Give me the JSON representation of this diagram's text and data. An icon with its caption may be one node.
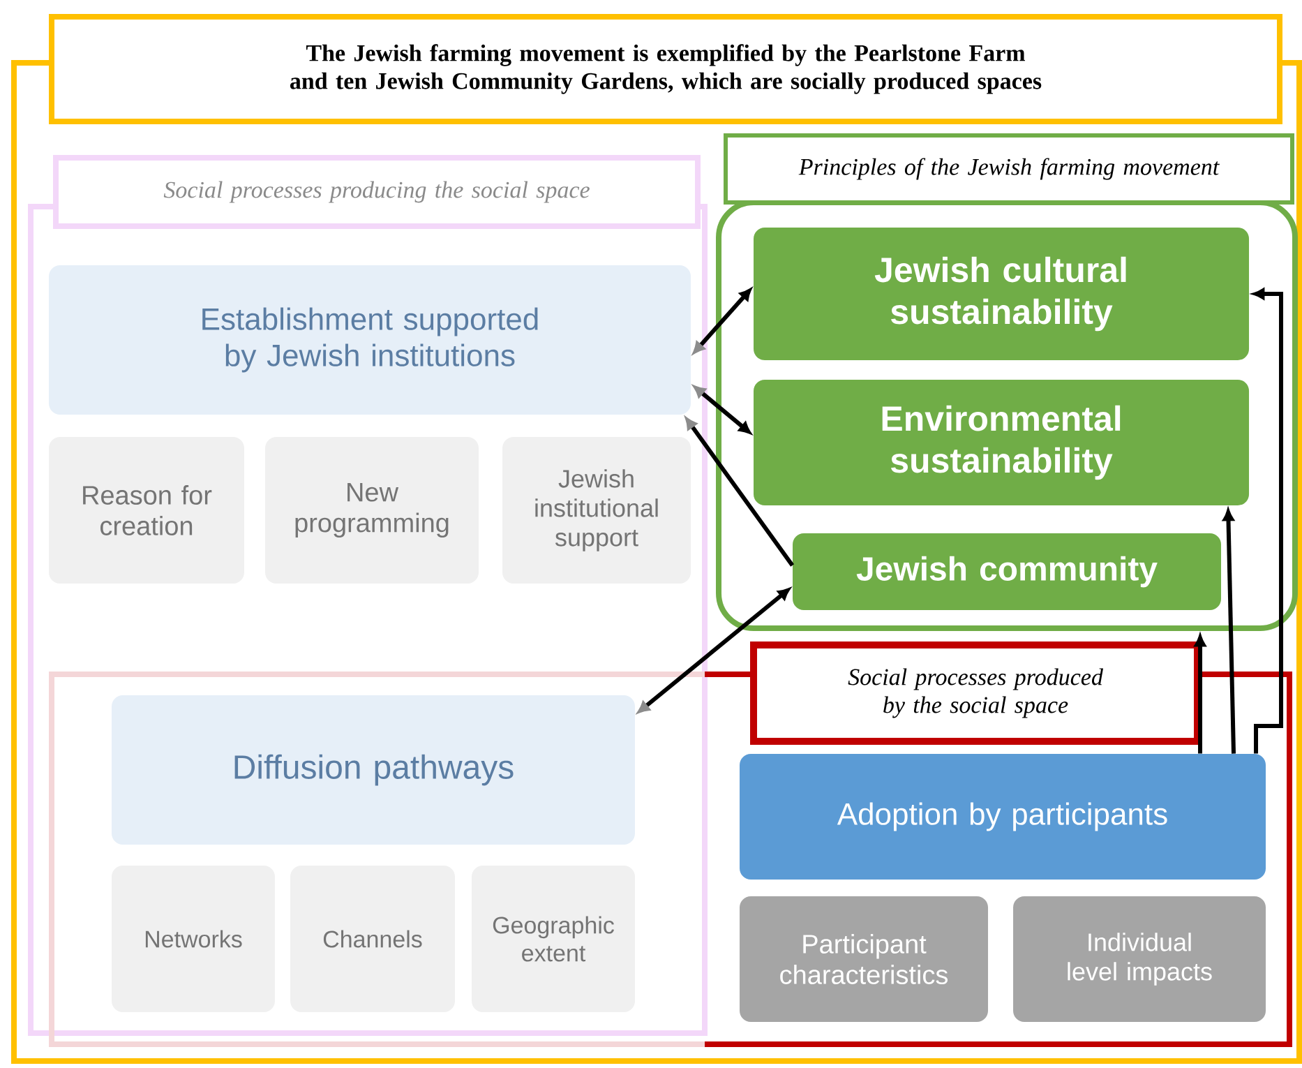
{
  "diagram": {
    "nodes": [
      {
        "text": [
          "The Jewish farming movement is exemplified by the Pearlstone Farm and ten Jewish Community Gardens, which are socially produced spaces"
        ]
      },
      {
        "text": [
          "Social processes producing the social space"
        ],
        "in": 0
      },
      {
        "text": [
          "Establishment supported by Jewish institutions"
        ],
        "in": 1
      },
      {
        "text": [
          "Reason for creation"
        ],
        "in": 1
      },
      {
        "text": [
          "New programming"
        ],
        "in": 1
      },
      {
        "text": [
          "Jewish institutional support"
        ],
        "in": 1
      },
      {
        "text": [
          "Principles of the Jewish farming movement"
        ],
        "in": 0
      },
      {
        "text": [
          "Jewish cultural sustainability"
        ],
        "in": 6
      },
      {
        "text": [
          "Environmental sustainability"
        ],
        "in": 6
      },
      {
        "text": [
          "Jewish community"
        ],
        "in": 6
      },
      {
        "text": [
          "Social processes produced by the social space"
        ],
        "in": 0
      },
      {
        "text": [
          "Diffusion pathways"
        ]
      },
      {
        "text": [
          "Networks"
        ]
      },
      {
        "text": [
          "Channels"
        ]
      },
      {
        "text": [
          "Geographic extent"
        ]
      },
      {
        "text": [
          "Adoption by participants"
        ],
        "in": 10
      },
      {
        "text": [
          "Participant characteristics"
        ],
        "in": 10
      },
      {
        "text": [
          "Individual level impacts"
        ],
        "in": 10
      }
    ],
    "edges": [
      {
        "from": 2,
        "to": 7,
        "arrow": "both"
      },
      {
        "from": 2,
        "to": 8,
        "arrow": "both"
      },
      {
        "from": 9,
        "to": 2,
        "arrow": "to"
      },
      {
        "from": 11,
        "to": 9,
        "arrow": "both"
      },
      {
        "from": 15,
        "to": 6,
        "arrow": "to"
      },
      {
        "from": 15,
        "to": 8,
        "arrow": "to"
      },
      {
        "from": 15,
        "to": 7,
        "arrow": "to"
      }
    ]
  }
}
